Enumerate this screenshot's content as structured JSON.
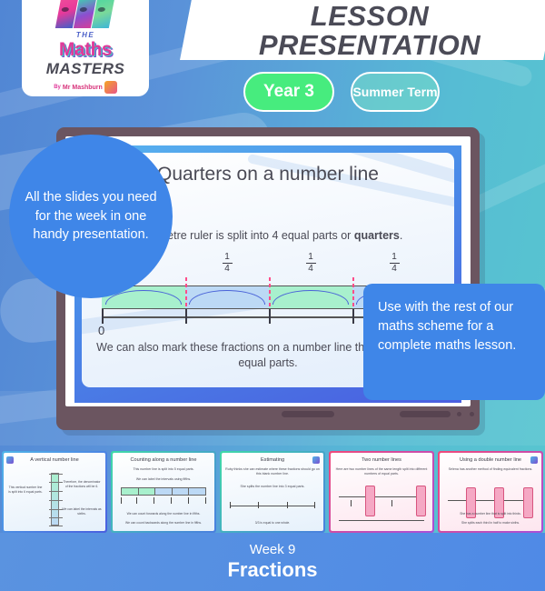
{
  "header": {
    "logo": {
      "the": "THE",
      "maths": "Maths",
      "masters": "MASTERS",
      "by_prefix": "By",
      "by_brand": "Mr Mashburn"
    },
    "title": "LESSON PRESENTATION",
    "pill_year": "Year 3",
    "pill_term": "Summer Term"
  },
  "callouts": {
    "circle": "All the slides you need for the week in one handy presentation.",
    "rect": "Use with the rest of our maths scheme for a complete maths lesson."
  },
  "slide": {
    "title": "Quarters on a number line",
    "line1_pre": "This metre ruler is split into 4 equal parts or ",
    "line1_bold": "quarters",
    "line1_post": ".",
    "bottom": "We can also mark these fractions on a number line that is split into 4 equal parts.",
    "fractions": [
      "1/4",
      "1/4",
      "1/4",
      "1/4"
    ],
    "zero_label": "0",
    "numerator": "1",
    "denominator": "4",
    "segment_count": 4
  },
  "thumbnails": [
    {
      "title": "A vertical number line",
      "note_left": "This vertical number line is split into 6 equal parts.",
      "note_right_top": "Therefore, the denominator of the fractions will be 6.",
      "note_right_bottom": "We can label the intervals as sixths.",
      "accent": "#4a5fe0",
      "theme": "blue"
    },
    {
      "title": "Counting along a number line",
      "sub1": "This number line is split into 5 equal parts.",
      "sub2": "We can label the intervals using fifths.",
      "note_b1": "We can count forwards along the number line in fifths.",
      "note_b2": "We can count backwards along the number line in fifths.",
      "accent": "#4a7fe0",
      "theme": "green"
    },
    {
      "title": "Estimating",
      "sub1": "Ruby thinks she can estimate where these fractions should go on this blank number line.",
      "sub2": "She splits the number line into 3 equal parts.",
      "note_b1": "3/3 is equal to one whole.",
      "accent": "#4a7fe0",
      "theme": "green"
    },
    {
      "title": "Two number lines",
      "sub1": "Here are two number lines of the same length split into different numbers of equal parts.",
      "accent": "#a84fd8",
      "theme": "pink"
    },
    {
      "title": "Using a double number line",
      "sub1": "Selena has another method of finding equivalent fractions.",
      "note_b1": "She has a number line that is split into thirds.",
      "note_b2": "She splits each third in half to make sixths.",
      "accent": "#a84fd8",
      "theme": "pink"
    }
  ],
  "footer": {
    "week": "Week 9",
    "topic": "Fractions"
  },
  "colors": {
    "accent_blue": "#3f86e8",
    "green_pill": "#47ec7e",
    "bezel": "#6b5560",
    "segment_green": "#a8f0cd",
    "segment_blue": "#bcd9f5",
    "marker_pink": "#ff4d8a"
  }
}
